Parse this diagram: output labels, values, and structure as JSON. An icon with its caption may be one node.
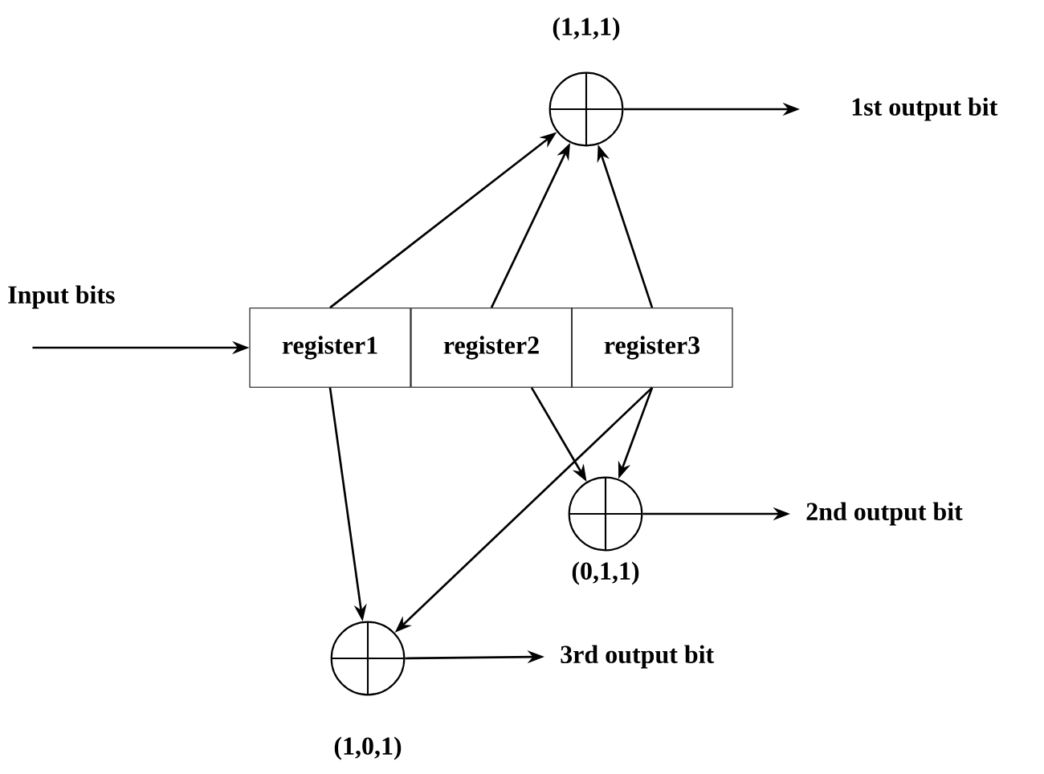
{
  "diagram": {
    "nodes": [
      {
        "text": [
          "register1"
        ]
      },
      {
        "text": [
          "register2"
        ]
      },
      {
        "text": [
          "register3"
        ]
      },
      {
        "text": [],
        "shape": "circle",
        "beside": [
          "(1,1,1)"
        ]
      },
      {
        "text": [],
        "shape": "circle",
        "beside": [
          "(0,1,1)"
        ]
      },
      {
        "text": [],
        "shape": "circle",
        "beside": [
          "(1,0,1)"
        ]
      },
      {
        "text": [
          "1st output bit"
        ]
      },
      {
        "text": [
          "2nd output bit"
        ]
      },
      {
        "text": [
          "3rd output bit"
        ]
      }
    ],
    "edges": [
      {
        "from": null,
        "to": 0,
        "arrow": "to"
      },
      {
        "from": 0,
        "to": 3,
        "arrow": "to"
      },
      {
        "from": 1,
        "to": 3,
        "arrow": "to"
      },
      {
        "from": 2,
        "to": 3,
        "arrow": "to"
      },
      {
        "from": 1,
        "to": 4,
        "arrow": "to"
      },
      {
        "from": 2,
        "to": 4,
        "arrow": "to"
      },
      {
        "from": 0,
        "to": 5,
        "arrow": "to"
      },
      {
        "from": 2,
        "to": 5,
        "arrow": "to"
      },
      {
        "from": 3,
        "to": 6,
        "arrow": "to"
      },
      {
        "from": 4,
        "to": 7,
        "arrow": "to"
      },
      {
        "from": 5,
        "to": 8,
        "arrow": "to"
      }
    ],
    "labels": [
      "Input bits"
    ]
  }
}
